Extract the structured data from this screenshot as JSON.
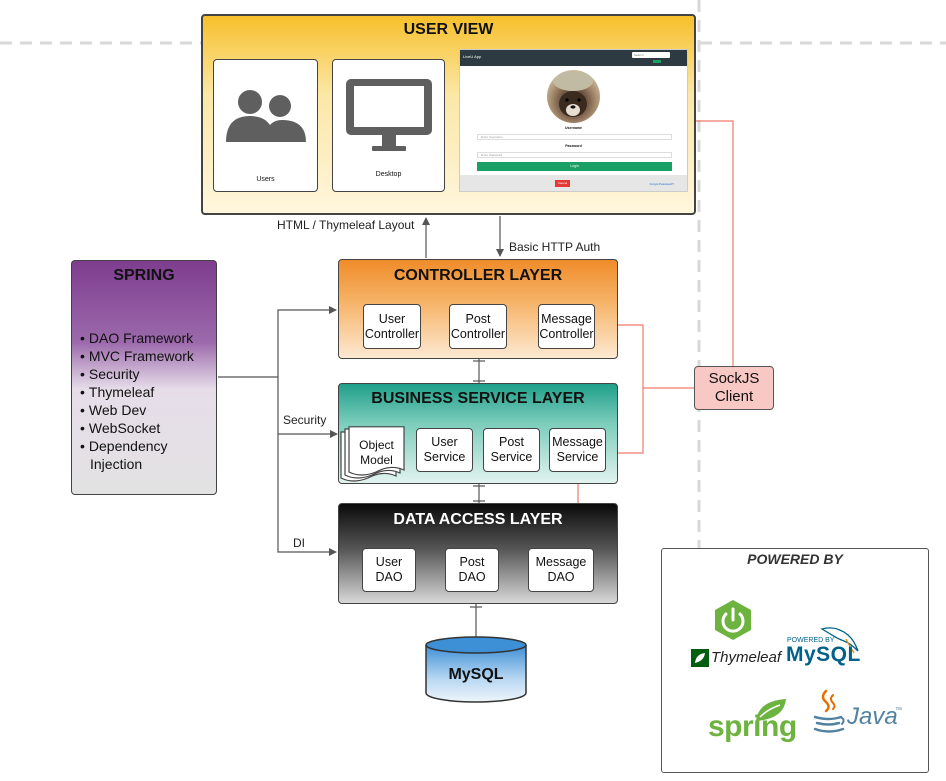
{
  "user_view": {
    "title": "USER VIEW",
    "cards": [
      {
        "icon": "users-icon",
        "label": "Users"
      },
      {
        "icon": "desktop-icon",
        "label": "Desktop"
      }
    ],
    "screen": {
      "app_name": "LiveU App",
      "search_placeholder": "Search",
      "username_label": "Username",
      "username_placeholder": "Enter Username",
      "password_label": "Password",
      "password_placeholder": "Enter Password",
      "login_button": "Login",
      "cancel_button": "Cancel",
      "forgot_text": "Forgot Password?"
    }
  },
  "connectors": {
    "html_layout": "HTML / Thymeleaf Layout",
    "basic_auth": "Basic HTTP Auth",
    "security": "Security",
    "di": "DI"
  },
  "spring": {
    "title": "SPRING",
    "items": [
      "DAO Framework",
      "MVC Framework",
      "Security",
      "Thymeleaf",
      "Web Dev",
      "WebSocket",
      "Dependency Injection"
    ]
  },
  "controller_layer": {
    "title": "CONTROLLER LAYER",
    "boxes": [
      "User\nController",
      "Post\nController",
      "Message\nController"
    ]
  },
  "business_layer": {
    "title": "BUSINESS SERVICE LAYER",
    "object_model": "Object\nModel",
    "boxes": [
      "User\nService",
      "Post\nService",
      "Message\nService"
    ]
  },
  "data_layer": {
    "title": "DATA ACCESS LAYER",
    "boxes": [
      "User\nDAO",
      "Post\nDAO",
      "Message\nDAO"
    ]
  },
  "database": {
    "label": "MySQL"
  },
  "sockjs": {
    "label": "SockJS\nClient"
  },
  "powered_by": {
    "title": "POWERED BY",
    "logos": {
      "thymeleaf": "Thymeleaf",
      "mysql_top": "POWERED BY",
      "mysql": "MySQL",
      "spring": "spring",
      "java": "Java"
    }
  },
  "colors": {
    "user_view": "#f7c02b",
    "controller": "#f08c2a",
    "business": "#1f9f8a",
    "data_access": "#111111",
    "spring_panel": "#7e3d8e",
    "database": "#3d8fd6",
    "sockjs": "#f8c8c4",
    "connector_red": "#f07a6a",
    "login_green": "#1aa065"
  }
}
